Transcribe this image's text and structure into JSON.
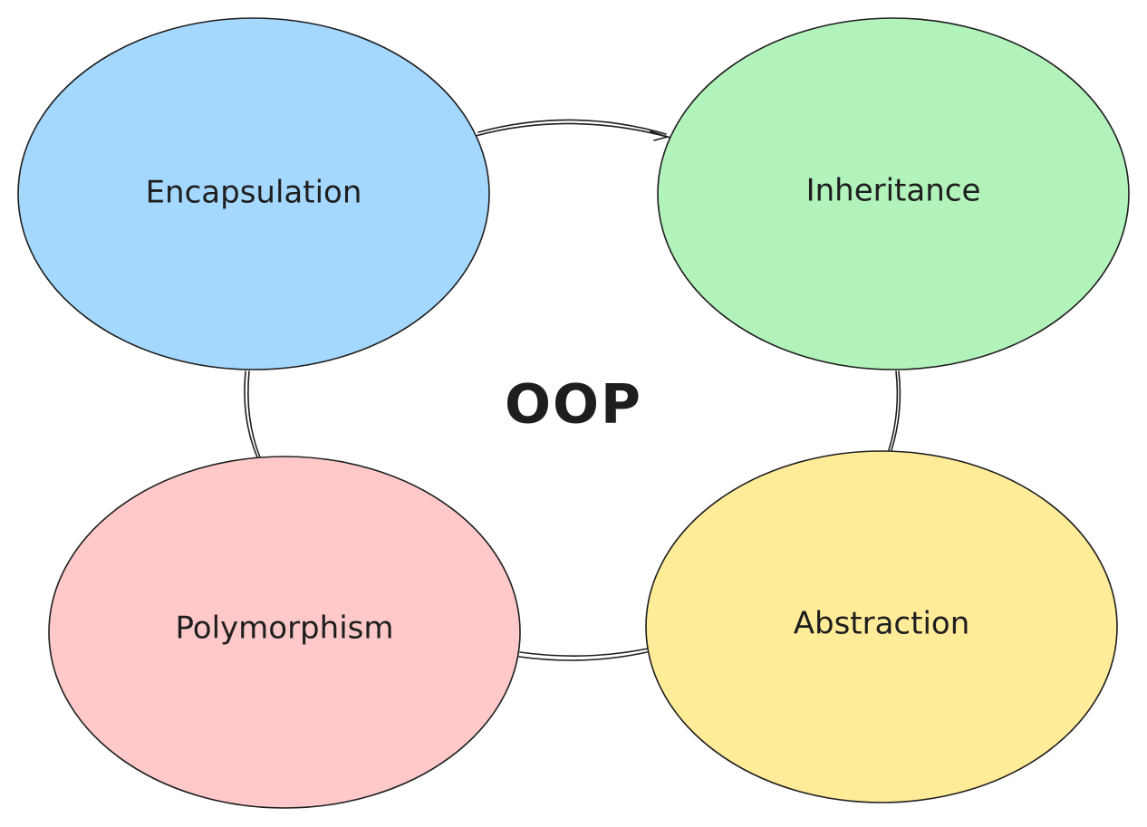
{
  "center": {
    "label": "OOP"
  },
  "nodes": [
    {
      "id": "encapsulation",
      "label": "Encapsulation",
      "color": "#a5d8ff"
    },
    {
      "id": "inheritance",
      "label": "Inheritance",
      "color": "#b2f2bb"
    },
    {
      "id": "polymorphism",
      "label": "Polymorphism",
      "color": "#ffc9c9"
    },
    {
      "id": "abstraction",
      "label": "Abstraction",
      "color": "#ffec99"
    }
  ],
  "colors": {
    "stroke": "#1e1e1e",
    "background": "#ffffff"
  }
}
